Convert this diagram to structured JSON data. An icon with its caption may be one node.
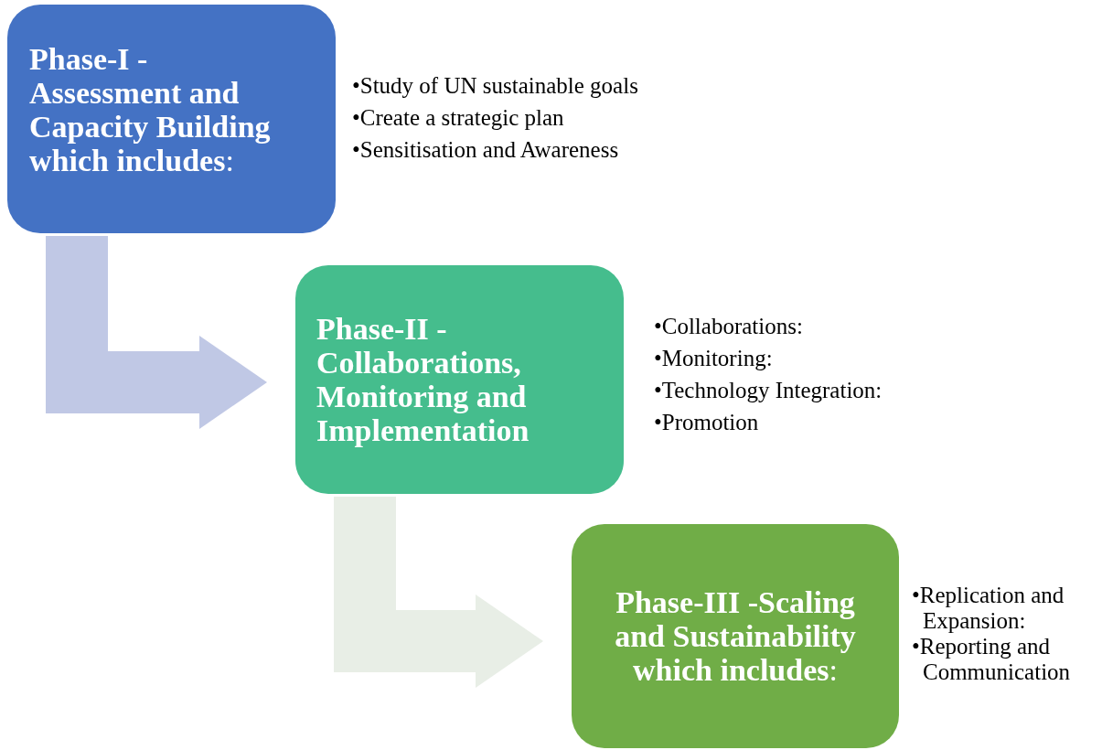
{
  "diagram": {
    "nodes": [
      {
        "text": [
          "**Phase-I - Assessment and Capacity Building which includes**:"
        ],
        "beside": [
          "•Study of UN sustainable goals",
          "•Create a strategic plan",
          "•Sensitisation and Awareness"
        ]
      },
      {
        "text": [
          "Phase-II - Collaborations, Monitoring and Implementation"
        ],
        "beside": [
          "•Collaborations:",
          "•Monitoring:",
          "•Technology Integration:",
          "•Promotion"
        ]
      },
      {
        "text": [
          "**Phase-III -Scaling and Sustainability which includes**:"
        ],
        "beside": [
          "•Replication and Expansion:",
          "•Reporting and Communication"
        ]
      }
    ],
    "edges": [
      {
        "from": 0,
        "to": 1,
        "arrow": "to",
        "color": "#c0c8e5"
      },
      {
        "from": 1,
        "to": 2,
        "arrow": "to",
        "color": "#e8eee6"
      }
    ]
  }
}
